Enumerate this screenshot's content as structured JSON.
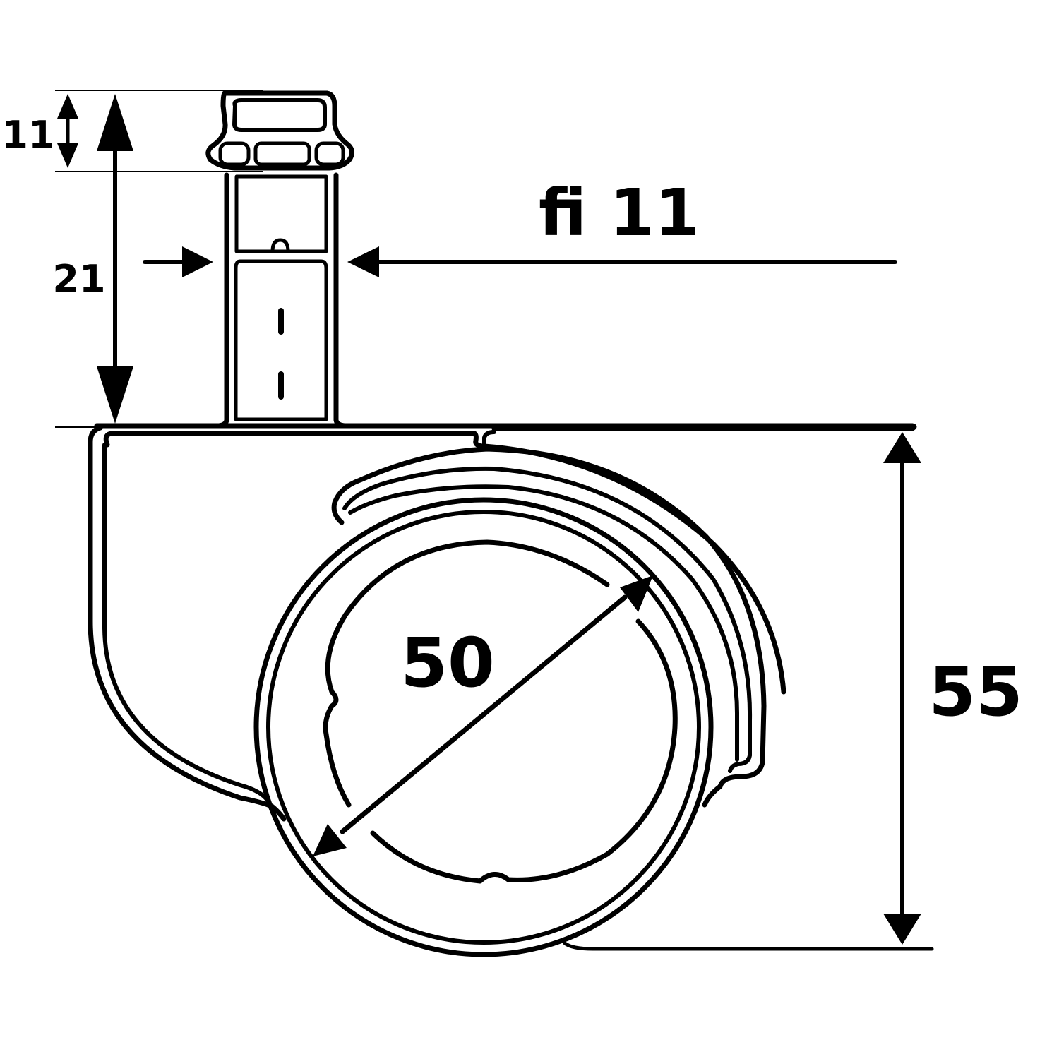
{
  "dimensions": {
    "pin_head_height": "11",
    "pin_height": "21",
    "pin_diameter": "fi 11",
    "wheel_diameter": "50",
    "total_height": "55"
  },
  "colors": {
    "line": "#000000",
    "background": "#ffffff"
  }
}
